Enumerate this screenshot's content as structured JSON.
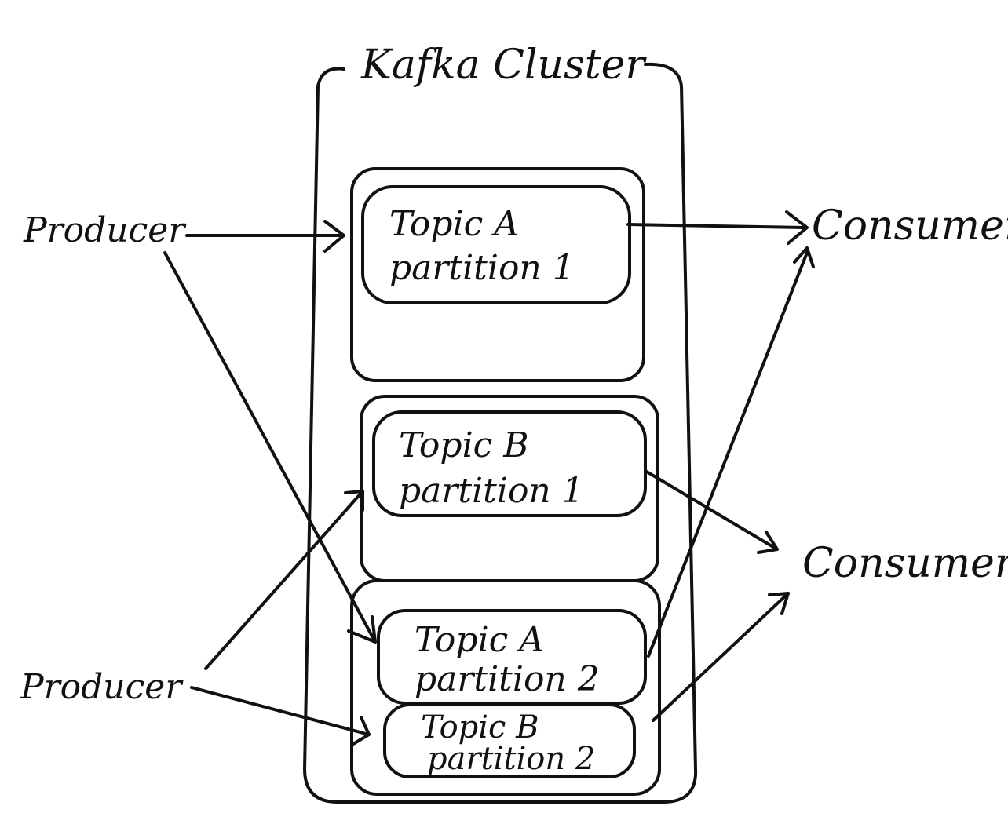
{
  "cluster": {
    "title": "Kafka Cluster"
  },
  "producers": [
    {
      "label": "Producer"
    },
    {
      "label": "Producer"
    }
  ],
  "consumers": [
    {
      "label": "Consumer"
    },
    {
      "label": "Consumer"
    }
  ],
  "partitions": [
    {
      "topic": "Topic A",
      "partition": "partition 1"
    },
    {
      "topic": "Topic B",
      "partition": "partition 1"
    },
    {
      "topic": "Topic A",
      "partition": "partition 2"
    },
    {
      "topic": "Topic B",
      "partition": "partition 2"
    }
  ]
}
